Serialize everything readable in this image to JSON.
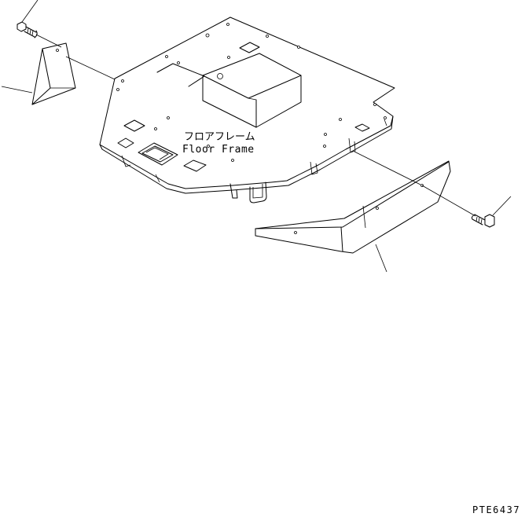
{
  "labels": {
    "part_name_jp": "フロアフレーム",
    "part_name_en": "Floor Frame"
  },
  "figure_code": "PTE6437"
}
